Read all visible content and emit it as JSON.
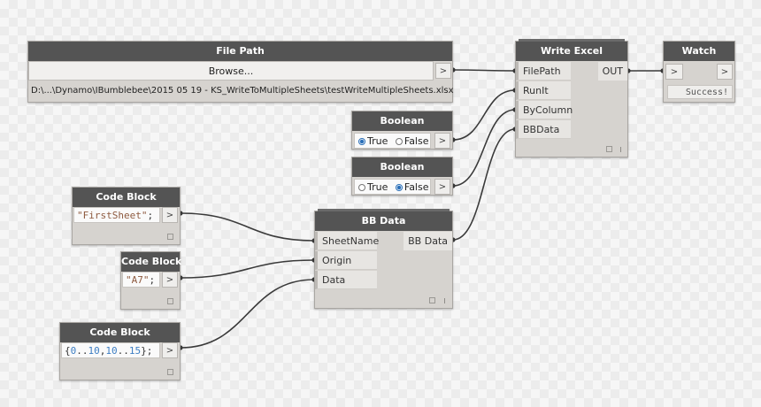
{
  "file_path": {
    "title": "File Path",
    "browse_label": "Browse...",
    "path": "D:\\...\\Dynamo\\IBumblebee\\2015 05 19 - KS_WriteToMultipleSheets\\testWriteMultipleSheets.xlsx",
    "out_arrow": ">"
  },
  "write_excel": {
    "title": "Write Excel",
    "inputs": [
      "FilePath",
      "RunIt",
      "ByColumn",
      "BBData"
    ],
    "output": "OUT"
  },
  "watch": {
    "title": "Watch",
    "in_arrow": ">",
    "out_arrow": ">",
    "value": "Success!"
  },
  "boolean_1": {
    "title": "Boolean",
    "true_label": "True",
    "false_label": "False",
    "selected": "True",
    "out_arrow": ">"
  },
  "boolean_2": {
    "title": "Boolean",
    "true_label": "True",
    "false_label": "False",
    "selected": "False",
    "out_arrow": ">"
  },
  "code_block_1": {
    "title": "Code Block",
    "string": "\"FirstSheet\"",
    "semicolon": ";",
    "out_arrow": ">"
  },
  "code_block_2": {
    "title": "Code Block",
    "string": "\"A7\"",
    "semicolon": ";",
    "out_arrow": ">"
  },
  "code_block_3": {
    "title": "Code Block",
    "open": "{",
    "n1": "0",
    "r1": "..",
    "n2": "10",
    "c1": ",",
    "n3": "10",
    "r2": "..",
    "n4": "15",
    "close": "};",
    "out_arrow": ">"
  },
  "bb_data": {
    "title": "BB Data",
    "inputs": [
      "SheetName",
      "Origin",
      "Data"
    ],
    "output": "BB Data"
  },
  "colors": {
    "header": "#545454",
    "node_body": "#d6d3cf",
    "wire": "#3a3a3a",
    "string": "#8e5a3f",
    "number": "#3d7ec3",
    "radio_on": "#2a6fb8"
  }
}
